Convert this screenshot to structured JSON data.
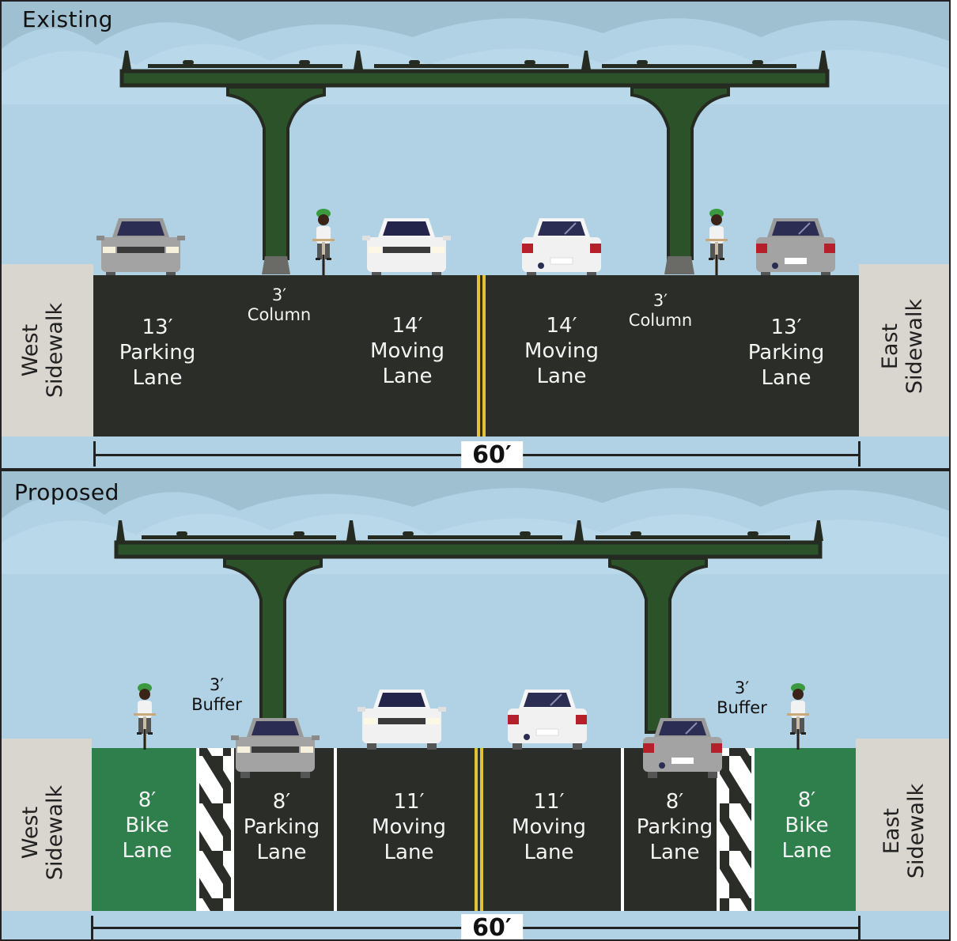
{
  "diagram": {
    "type": "street-cross-section",
    "colors": {
      "sky": "#b0d2e4",
      "cloud": "#c0dcea",
      "cloud_shadow": "#9fc0d1",
      "asphalt": "#2a2d28",
      "sidewalk": "#d9d5cf",
      "bike_lane": "#2f7f4d",
      "center_line": "#e5c233",
      "structure": "#2b5229",
      "structure_outline": "#262b22",
      "dimension_line": "#222222"
    }
  },
  "existing": {
    "title": "Existing",
    "west_sidewalk": [
      "West",
      "Sidewalk"
    ],
    "east_sidewalk": [
      "East",
      "Sidewalk"
    ],
    "total_width": "60′",
    "segments": [
      {
        "width": "13′",
        "name": [
          "Parking",
          "Lane"
        ]
      },
      {
        "width": "3′",
        "name": [
          "Column"
        ]
      },
      {
        "width": "14′",
        "name": [
          "Moving",
          "Lane"
        ]
      },
      {
        "width": "14′",
        "name": [
          "Moving",
          "Lane"
        ]
      },
      {
        "width": "3′",
        "name": [
          "Column"
        ]
      },
      {
        "width": "13′",
        "name": [
          "Parking",
          "Lane"
        ]
      }
    ]
  },
  "proposed": {
    "title": "Proposed",
    "west_sidewalk": [
      "West",
      "Sidewalk"
    ],
    "east_sidewalk": [
      "East",
      "Sidewalk"
    ],
    "total_width": "60′",
    "segments": [
      {
        "width": "8′",
        "name": [
          "Bike",
          "Lane"
        ]
      },
      {
        "width": "3′",
        "name": [
          "Buffer"
        ]
      },
      {
        "width": "8′",
        "name": [
          "Parking",
          "Lane"
        ]
      },
      {
        "width": "11′",
        "name": [
          "Moving",
          "Lane"
        ]
      },
      {
        "width": "11′",
        "name": [
          "Moving",
          "Lane"
        ]
      },
      {
        "width": "8′",
        "name": [
          "Parking",
          "Lane"
        ]
      },
      {
        "width": "3′",
        "name": [
          "Buffer"
        ]
      },
      {
        "width": "8′",
        "name": [
          "Bike",
          "Lane"
        ]
      }
    ]
  }
}
